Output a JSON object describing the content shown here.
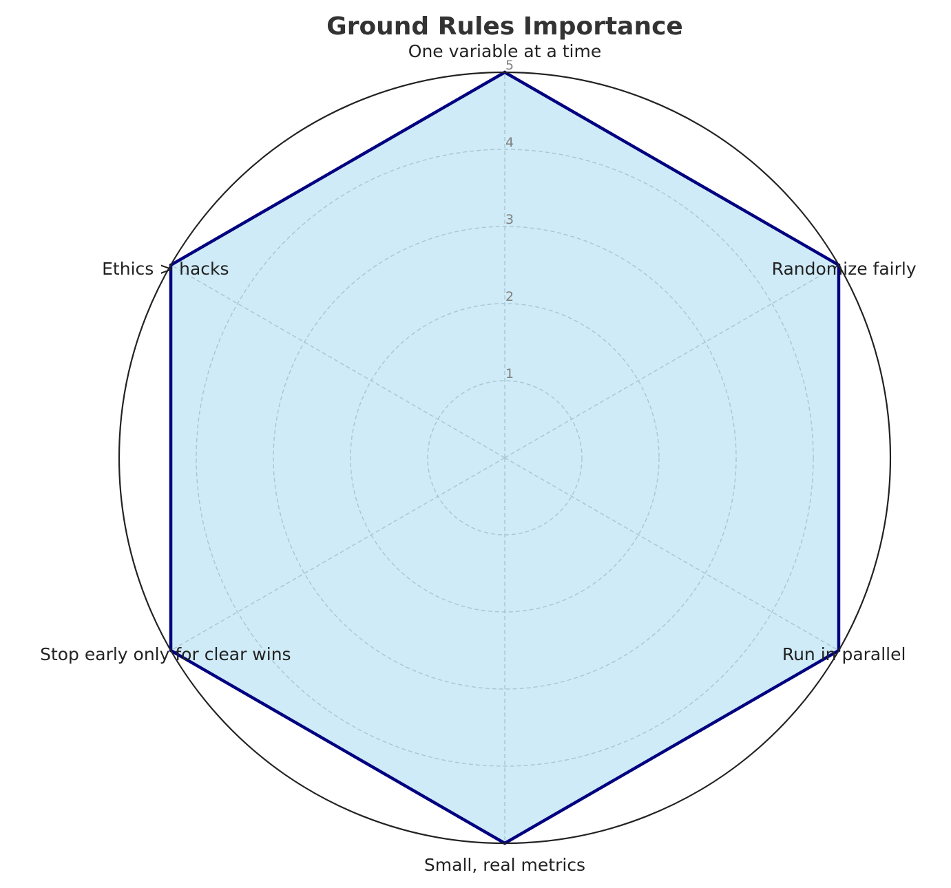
{
  "chart_data": {
    "type": "radar",
    "title": "Ground Rules Importance",
    "categories": [
      "One variable at a time",
      "Randomize fairly",
      "Run in parallel",
      "Small, real metrics",
      "Stop early only for clear wins",
      "Ethics > hacks"
    ],
    "values": [
      5,
      5,
      5,
      5,
      5,
      5
    ],
    "rlim": [
      0,
      5
    ],
    "rticks": [
      1,
      2,
      3,
      4,
      5
    ],
    "rtick_labels": [
      "1",
      "2",
      "3",
      "4",
      "5"
    ],
    "grid": true,
    "colors": {
      "fill": "#87CEEB",
      "line": "#000080",
      "grid": "#c0c0c0",
      "spine": "#222222"
    }
  }
}
